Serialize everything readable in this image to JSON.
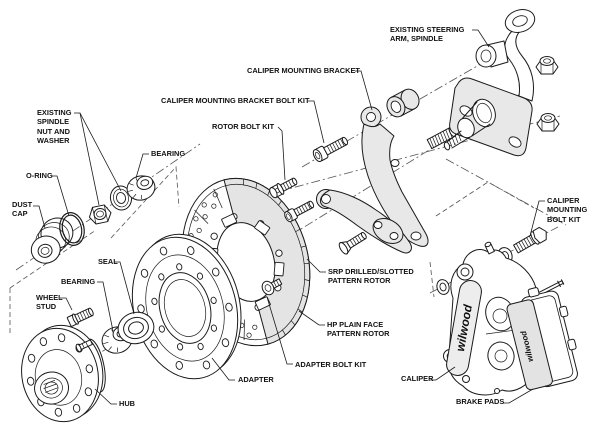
{
  "diagram": {
    "type": "exploded-parts-diagram",
    "brand_marking": "wilwood",
    "colors": {
      "background": "#ffffff",
      "line": "#1a1a1a",
      "shading": "#e8e8e8"
    },
    "labels": [
      {
        "id": "existing-spindle-nut-washer",
        "text": "EXISTING\nSPINDLE\nNUT AND\nWASHER"
      },
      {
        "id": "bearing-upper",
        "text": "BEARING"
      },
      {
        "id": "o-ring",
        "text": "O-RING"
      },
      {
        "id": "dust-cap",
        "text": "DUST\nCAP"
      },
      {
        "id": "seal",
        "text": "SEAL"
      },
      {
        "id": "bearing-lower",
        "text": "BEARING"
      },
      {
        "id": "wheel-stud",
        "text": "WHEEL\nSTUD"
      },
      {
        "id": "hub",
        "text": "HUB"
      },
      {
        "id": "adapter",
        "text": "ADAPTER"
      },
      {
        "id": "adapter-bolt-kit",
        "text": "ADAPTER BOLT KIT"
      },
      {
        "id": "caliper-mounting-bracket",
        "text": "CALIPER MOUNTING BRACKET"
      },
      {
        "id": "caliper-mounting-bracket-bolt-kit",
        "text": "CALIPER MOUNTING BRACKET BOLT KIT"
      },
      {
        "id": "rotor-bolt-kit",
        "text": "ROTOR BOLT KIT"
      },
      {
        "id": "existing-steering-arm-spindle",
        "text": "EXISTING STEERING\nARM, SPINDLE"
      },
      {
        "id": "srp-rotor",
        "text": "SRP DRILLED/SLOTTED\nPATTERN ROTOR"
      },
      {
        "id": "hp-rotor",
        "text": "HP PLAIN FACE\nPATTERN ROTOR"
      },
      {
        "id": "caliper-mounting-bolt-kit",
        "text": "CALIPER\nMOUNTING\nBOLT KIT"
      },
      {
        "id": "caliper",
        "text": "CALIPER"
      },
      {
        "id": "brake-pads",
        "text": "BRAKE PADS"
      }
    ]
  }
}
